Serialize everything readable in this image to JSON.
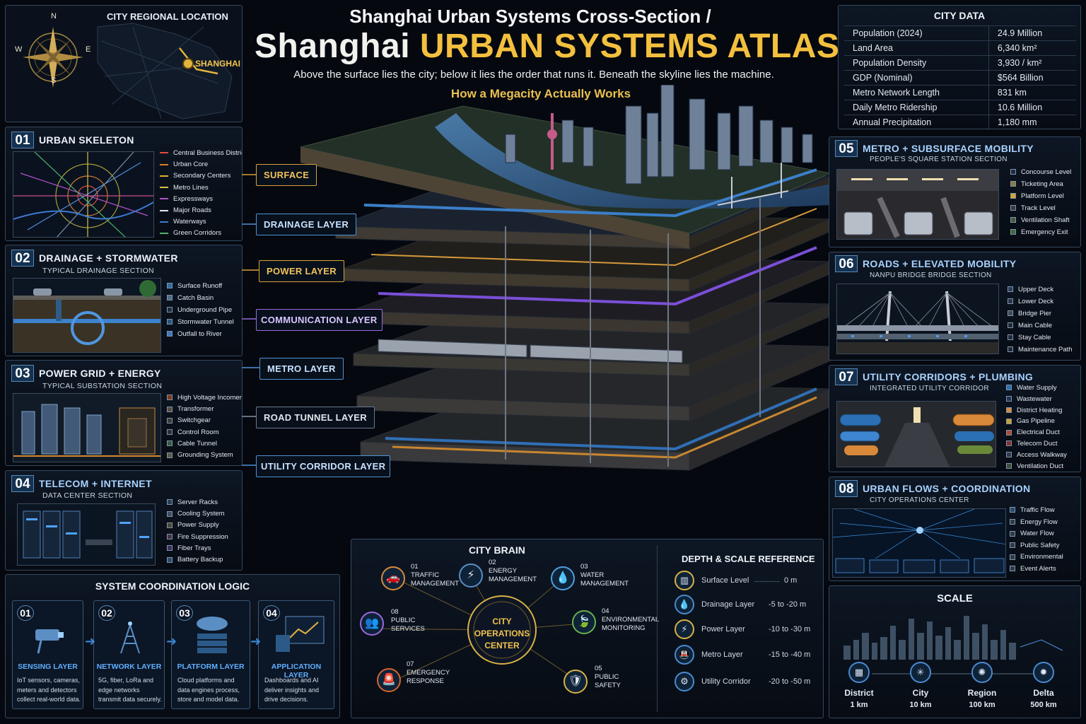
{
  "header": {
    "line1": "Shanghai Urban Systems Cross-Section /",
    "title_a": "Shanghai",
    "title_b": "URBAN SYSTEMS ATLAS",
    "tagline": "Above the surface lies the city; below it lies the order that runs it. Beneath the skyline lies the machine.",
    "subtitle": "How a Megacity Actually Works"
  },
  "region": {
    "title": "CITY REGIONAL LOCATION",
    "city": "SHANGHAI",
    "compass": {
      "n": "N",
      "s": "S",
      "e": "E",
      "w": "W"
    }
  },
  "city_data": {
    "title": "CITY DATA",
    "rows": [
      {
        "k": "Population (2024)",
        "v": "24.9 Million"
      },
      {
        "k": "Land Area",
        "v": "6,340 km²"
      },
      {
        "k": "Population Density",
        "v": "3,930 / km²"
      },
      {
        "k": "GDP (Nominal)",
        "v": "$564 Billion"
      },
      {
        "k": "Metro Network Length",
        "v": "831 km"
      },
      {
        "k": "Daily Metro Ridership",
        "v": "10.6 Million"
      },
      {
        "k": "Annual Precipitation",
        "v": "1,180 mm"
      }
    ]
  },
  "layers": [
    "SURFACE",
    "DRAINAGE LAYER",
    "POWER LAYER",
    "COMMUNICATION LAYER",
    "METRO LAYER",
    "ROAD TUNNEL LAYER",
    "UTILITY CORRIDOR LAYER"
  ],
  "left_panels": [
    {
      "num": "01",
      "title": "URBAN SKELETON",
      "sub": "",
      "legend": [
        "Central Business District",
        "Urban Core",
        "Secondary Centers",
        "Metro Lines",
        "Expressways",
        "Major Roads",
        "Waterways",
        "Green Corridors"
      ]
    },
    {
      "num": "02",
      "title": "DRAINAGE + STORMWATER",
      "sub": "TYPICAL DRAINAGE SECTION",
      "legend": [
        "Surface Runoff",
        "Catch Basin",
        "Underground Pipe",
        "Stormwater Tunnel",
        "Outfall to River"
      ]
    },
    {
      "num": "03",
      "title": "POWER GRID + ENERGY",
      "sub": "TYPICAL SUBSTATION SECTION",
      "legend": [
        "High Voltage Incomer",
        "Transformer",
        "Switchgear",
        "Control Room",
        "Cable Tunnel",
        "Grounding System"
      ]
    },
    {
      "num": "04",
      "title": "TELECOM + INTERNET",
      "sub": "DATA CENTER SECTION",
      "legend": [
        "Server Racks",
        "Cooling System",
        "Power Supply",
        "Fire Suppression",
        "Fiber Trays",
        "Battery Backup"
      ]
    }
  ],
  "right_panels": [
    {
      "num": "05",
      "title": "METRO + SUBSURFACE MOBILITY",
      "sub": "PEOPLE'S SQUARE STATION SECTION",
      "legend": [
        "Concourse Level",
        "Ticketing Area",
        "Platform Level",
        "Track Level",
        "Ventilation Shaft",
        "Emergency Exit"
      ]
    },
    {
      "num": "06",
      "title": "ROADS + ELEVATED MOBILITY",
      "sub": "NANPU BRIDGE BRIDGE SECTION",
      "legend": [
        "Upper Deck",
        "Lower Deck",
        "Bridge Pier",
        "Main Cable",
        "Stay Cable",
        "Maintenance Path"
      ]
    },
    {
      "num": "07",
      "title": "UTILITY CORRIDORS + PLUMBING",
      "sub": "INTEGRATED UTILITY CORRIDOR",
      "legend": [
        "Water Supply",
        "Wastewater",
        "District Heating",
        "Gas Pipeline",
        "Electrical Duct",
        "Telecom Duct",
        "Access Walkway",
        "Ventilation Duct"
      ]
    },
    {
      "num": "08",
      "title": "URBAN FLOWS + COORDINATION",
      "sub": "CITY OPERATIONS CENTER",
      "legend": [
        "Traffic Flow",
        "Energy Flow",
        "Water Flow",
        "Public Safety",
        "Environmental",
        "Event Alerts"
      ]
    }
  ],
  "coordination": {
    "title": "SYSTEM COORDINATION LOGIC",
    "steps": [
      {
        "num": "01",
        "name": "SENSING LAYER",
        "desc": "IoT sensors, cameras, meters and detectors collect real-world data."
      },
      {
        "num": "02",
        "name": "NETWORK LAYER",
        "desc": "5G, fiber, LoRa and edge networks transmit data securely."
      },
      {
        "num": "03",
        "name": "PLATFORM LAYER",
        "desc": "Cloud platforms and data engines process, store and model data."
      },
      {
        "num": "04",
        "name": "APPLICATION LAYER",
        "desc": "Dashboards and AI deliver insights and drive decisions."
      }
    ]
  },
  "brain": {
    "title": "CITY BRAIN",
    "center": "CITY OPERATIONS CENTER",
    "nodes": [
      {
        "num": "01",
        "label": "TRAFFIC MANAGEMENT"
      },
      {
        "num": "02",
        "label": "ENERGY MANAGEMENT"
      },
      {
        "num": "03",
        "label": "WATER MANAGEMENT"
      },
      {
        "num": "04",
        "label": "ENVIRONMENTAL MONITORING"
      },
      {
        "num": "05",
        "label": "PUBLIC SAFETY"
      },
      {
        "num": "07",
        "label": "EMERGENCY RESPONSE"
      },
      {
        "num": "08",
        "label": "PUBLIC SERVICES"
      }
    ]
  },
  "depth": {
    "title": "DEPTH & SCALE REFERENCE",
    "rows": [
      {
        "name": "Surface Level",
        "val": "0 m"
      },
      {
        "name": "Drainage Layer",
        "val": "-5 to -20 m"
      },
      {
        "name": "Power Layer",
        "val": "-10 to -30 m"
      },
      {
        "name": "Metro Layer",
        "val": "-15 to -40 m"
      },
      {
        "name": "Utility Corridor",
        "val": "-20 to -50 m"
      }
    ]
  },
  "scale": {
    "title": "SCALE",
    "items": [
      {
        "name": "District",
        "val": "1 km"
      },
      {
        "name": "City",
        "val": "10 km"
      },
      {
        "name": "Region",
        "val": "100 km"
      },
      {
        "name": "Delta",
        "val": "500 km"
      }
    ]
  }
}
